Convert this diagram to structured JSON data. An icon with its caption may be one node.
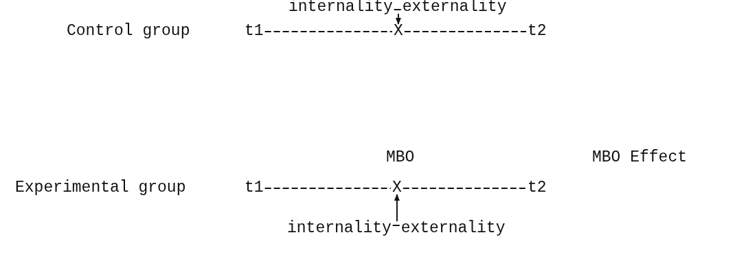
{
  "diagram": {
    "nodes": [
      {
        "text": [
          "internality",
          "externality"
        ]
      },
      {
        "text": [
          "t1"
        ]
      },
      {
        "text": [
          "X"
        ]
      },
      {
        "text": [
          "t2"
        ]
      },
      {
        "text": [
          "t1"
        ]
      },
      {
        "text": [
          "X"
        ]
      },
      {
        "text": [
          "t2"
        ]
      },
      {
        "text": [
          "internality",
          "externality"
        ]
      }
    ],
    "edges": [
      {
        "from": 0,
        "to": 2,
        "arrow": "to"
      },
      {
        "from": 1,
        "to": 2,
        "arrow": "none",
        "style": "dashed"
      },
      {
        "from": 2,
        "to": 3,
        "arrow": "none",
        "style": "dashed"
      },
      {
        "from": 7,
        "to": 5,
        "arrow": "to"
      },
      {
        "from": 4,
        "to": 5,
        "arrow": "none",
        "style": "dashed"
      },
      {
        "from": 5,
        "to": 6,
        "arrow": "none",
        "style": "dashed"
      }
    ],
    "labels": [
      "Control group",
      "MBO",
      "MBO Effect",
      "Experimental group"
    ]
  }
}
